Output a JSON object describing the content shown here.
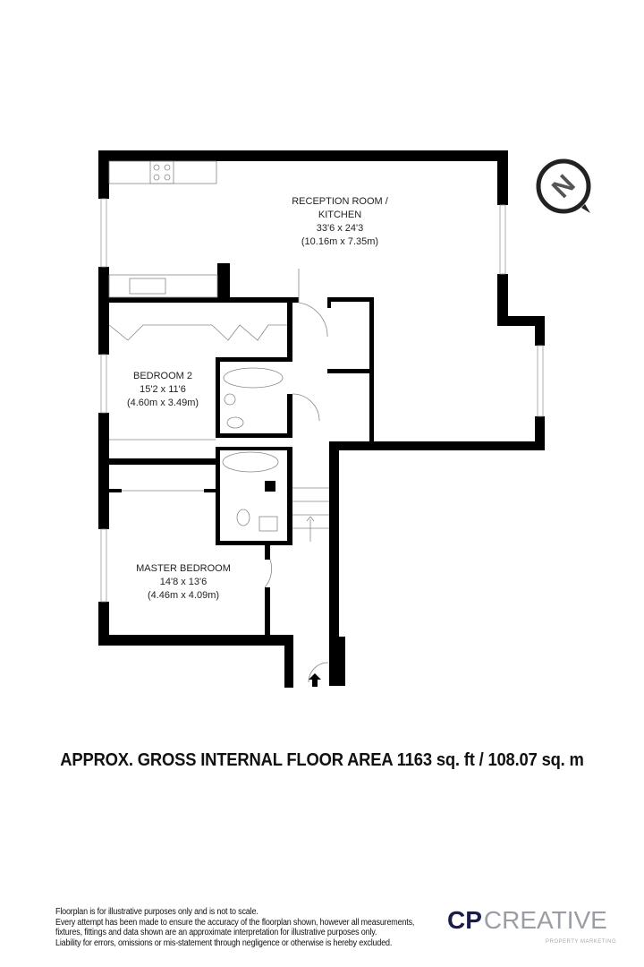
{
  "rooms": [
    {
      "name_line1": "RECEPTION ROOM /",
      "name_line2": "KITCHEN",
      "imperial": "33'6 x 24'3",
      "metric": "(10.16m x 7.35m)"
    },
    {
      "name_line1": "BEDROOM 2",
      "imperial": "15'2 x 11'6",
      "metric": "(4.60m x 3.49m)"
    },
    {
      "name_line1": "MASTER BEDROOM",
      "imperial": "14'8 x 13'6",
      "metric": "(4.46m x 4.09m)"
    }
  ],
  "compass": {
    "label": "N"
  },
  "area_text": "APPROX. GROSS INTERNAL FLOOR AREA 1163 sq. ft / 108.07 sq. m",
  "disclaimer": [
    "Floorplan is for illustrative purposes only and is not to scale.",
    "Every attempt has been made to ensure the accuracy of the floorplan shown, however all measurements,",
    "fixtures, fittings and data shown are an approximate interpretation for illustrative purposes only.",
    "Liability for errors, omissions or mis-statement through negligence or otherwise is hereby excluded."
  ],
  "logo": {
    "part1": "CP",
    "part2": "CREATIVE",
    "tagline": "PROPERTY MARKETING"
  },
  "colors": {
    "wall": "#000000",
    "logo_dark": "#1b1b4a",
    "logo_grey": "#9a9da3"
  }
}
